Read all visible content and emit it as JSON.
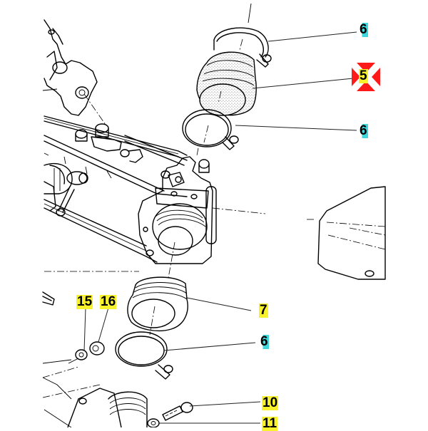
{
  "diagram": {
    "title": "Throttle body intake assembly exploded view",
    "callouts": [
      {
        "id": "6",
        "text": "6",
        "highlight": "cyan",
        "part": "hose-clamp-upper"
      },
      {
        "id": "5",
        "text": "5",
        "highlight": "yellow",
        "part": "intake-sleeve",
        "selected": true
      },
      {
        "id": "6b",
        "text": "6",
        "highlight": "cyan",
        "part": "hose-clamp-middle"
      },
      {
        "id": "7",
        "text": "7",
        "highlight": "yellow",
        "part": "intake-manifold-sleeve"
      },
      {
        "id": "6c",
        "text": "6",
        "highlight": "cyan",
        "part": "hose-clamp-lower"
      },
      {
        "id": "15",
        "text": "15",
        "highlight": "yellow",
        "part": "washer"
      },
      {
        "id": "16",
        "text": "16",
        "highlight": "yellow",
        "part": "nut"
      },
      {
        "id": "10",
        "text": "10",
        "highlight": "yellow",
        "part": "cap-screw"
      },
      {
        "id": "11",
        "text": "11",
        "highlight": "yellow",
        "part": "washer-lower"
      }
    ],
    "colors": {
      "cyan_highlight": "#3fd6dc",
      "yellow_highlight": "#f7f22c",
      "selection_marker": "#ff1a1a"
    }
  }
}
